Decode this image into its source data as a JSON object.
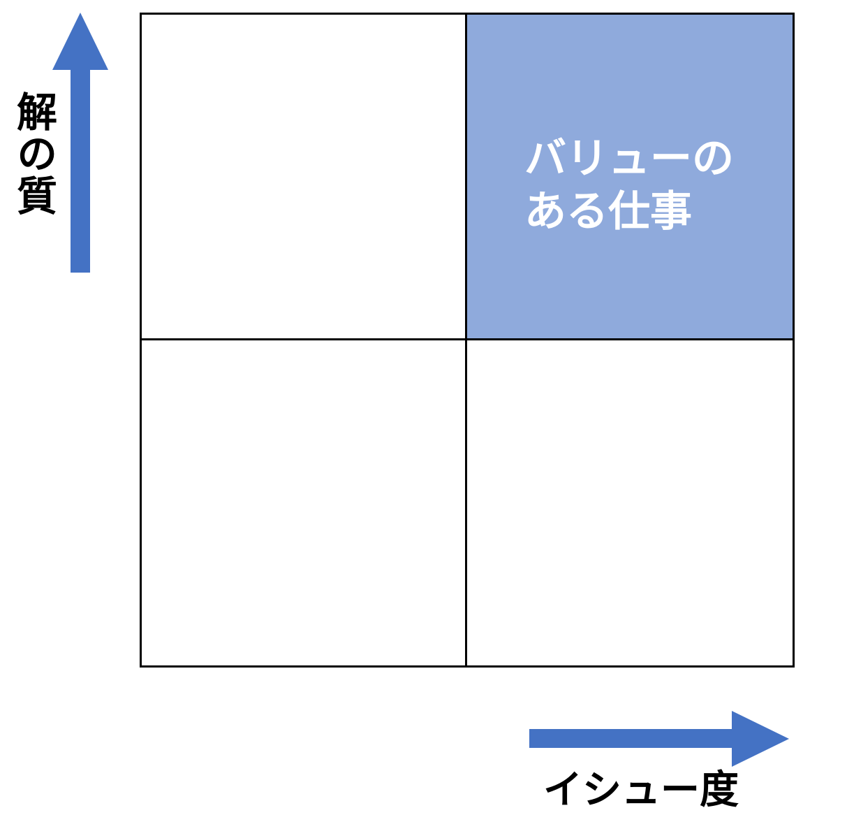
{
  "colors": {
    "arrow": "#4472C4",
    "highlight": "#8FAADC",
    "border": "#000000",
    "quadrant_text": "#FFFFFF"
  },
  "y_axis": {
    "label_chars": [
      "解",
      "の",
      "質"
    ],
    "label": "解の質"
  },
  "x_axis": {
    "label": "イシュー度"
  },
  "quadrants": {
    "top_right": {
      "line1": "バリューの",
      "line2": "ある仕事"
    }
  }
}
